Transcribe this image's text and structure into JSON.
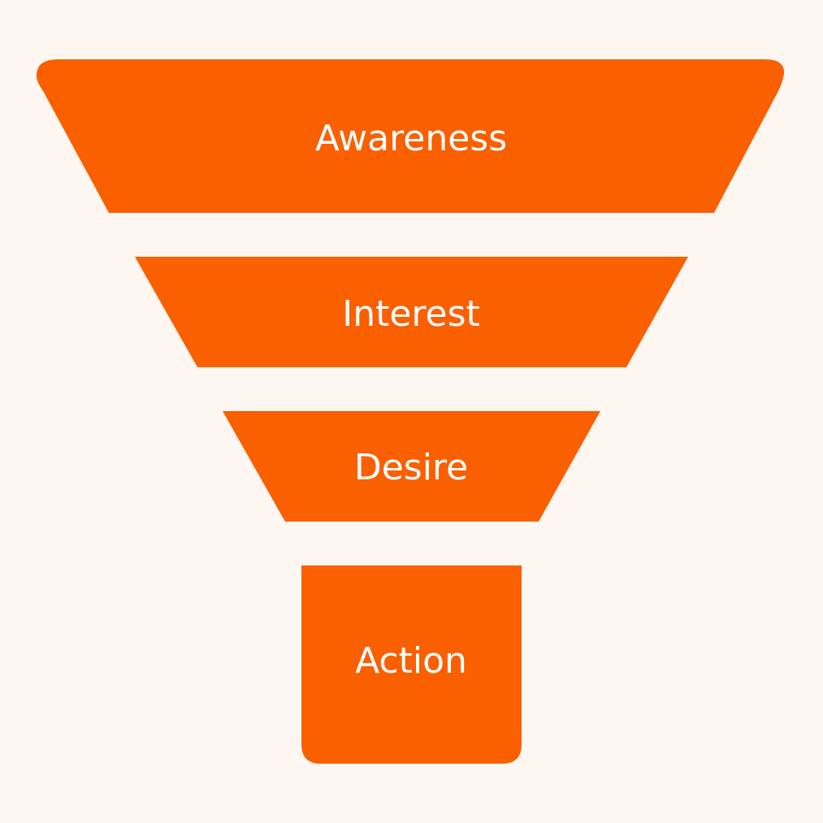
{
  "colors": {
    "background": "#fef6f0",
    "stage_fill": "#fa5f00",
    "label_text": "#ffffff"
  },
  "funnel": {
    "stages": [
      {
        "label": "Awareness"
      },
      {
        "label": "Interest"
      },
      {
        "label": "Desire"
      },
      {
        "label": "Action"
      }
    ]
  }
}
